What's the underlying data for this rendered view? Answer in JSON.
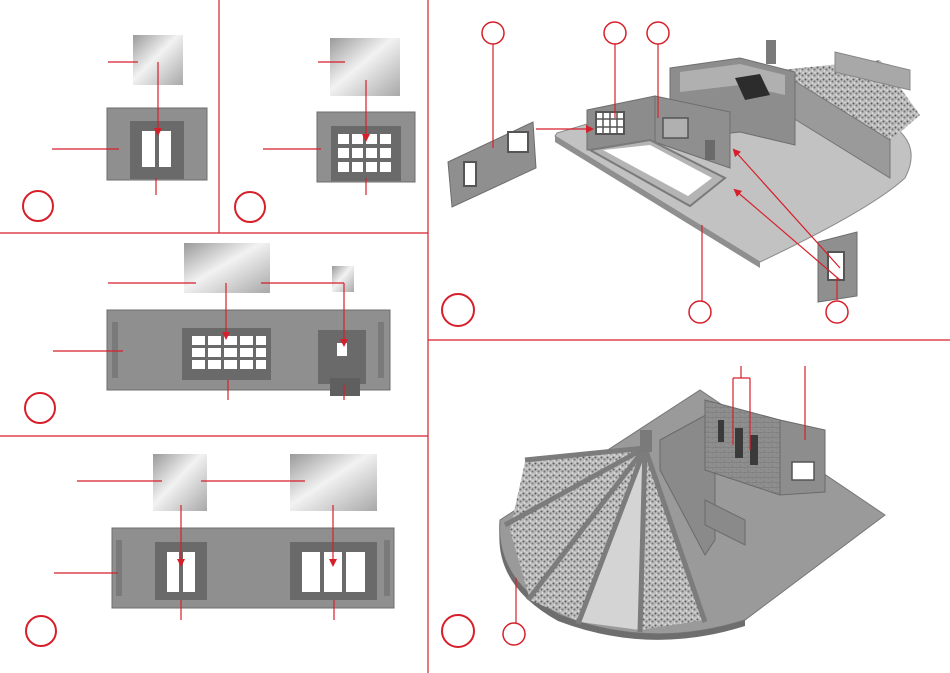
{
  "colors": {
    "accent": "#d71f2a",
    "model_gray": "#8f8f8f",
    "model_dark": "#6d6d6d",
    "model_light": "#b8b8b8",
    "window_frame": "#555555",
    "window_glass": "#ffffff"
  },
  "steps": [
    {
      "id": "step-1",
      "number": "",
      "callouts": 3
    },
    {
      "id": "step-2",
      "number": "",
      "callouts": 3
    },
    {
      "id": "step-3",
      "number": "",
      "callouts": 5
    },
    {
      "id": "step-4",
      "number": "",
      "callouts": 5
    },
    {
      "id": "step-5",
      "number": "",
      "callouts": 6
    },
    {
      "id": "step-6",
      "number": "",
      "callouts": 3
    }
  ],
  "icons": [
    "step-number-circle",
    "callout-circle",
    "leader-arrow"
  ]
}
